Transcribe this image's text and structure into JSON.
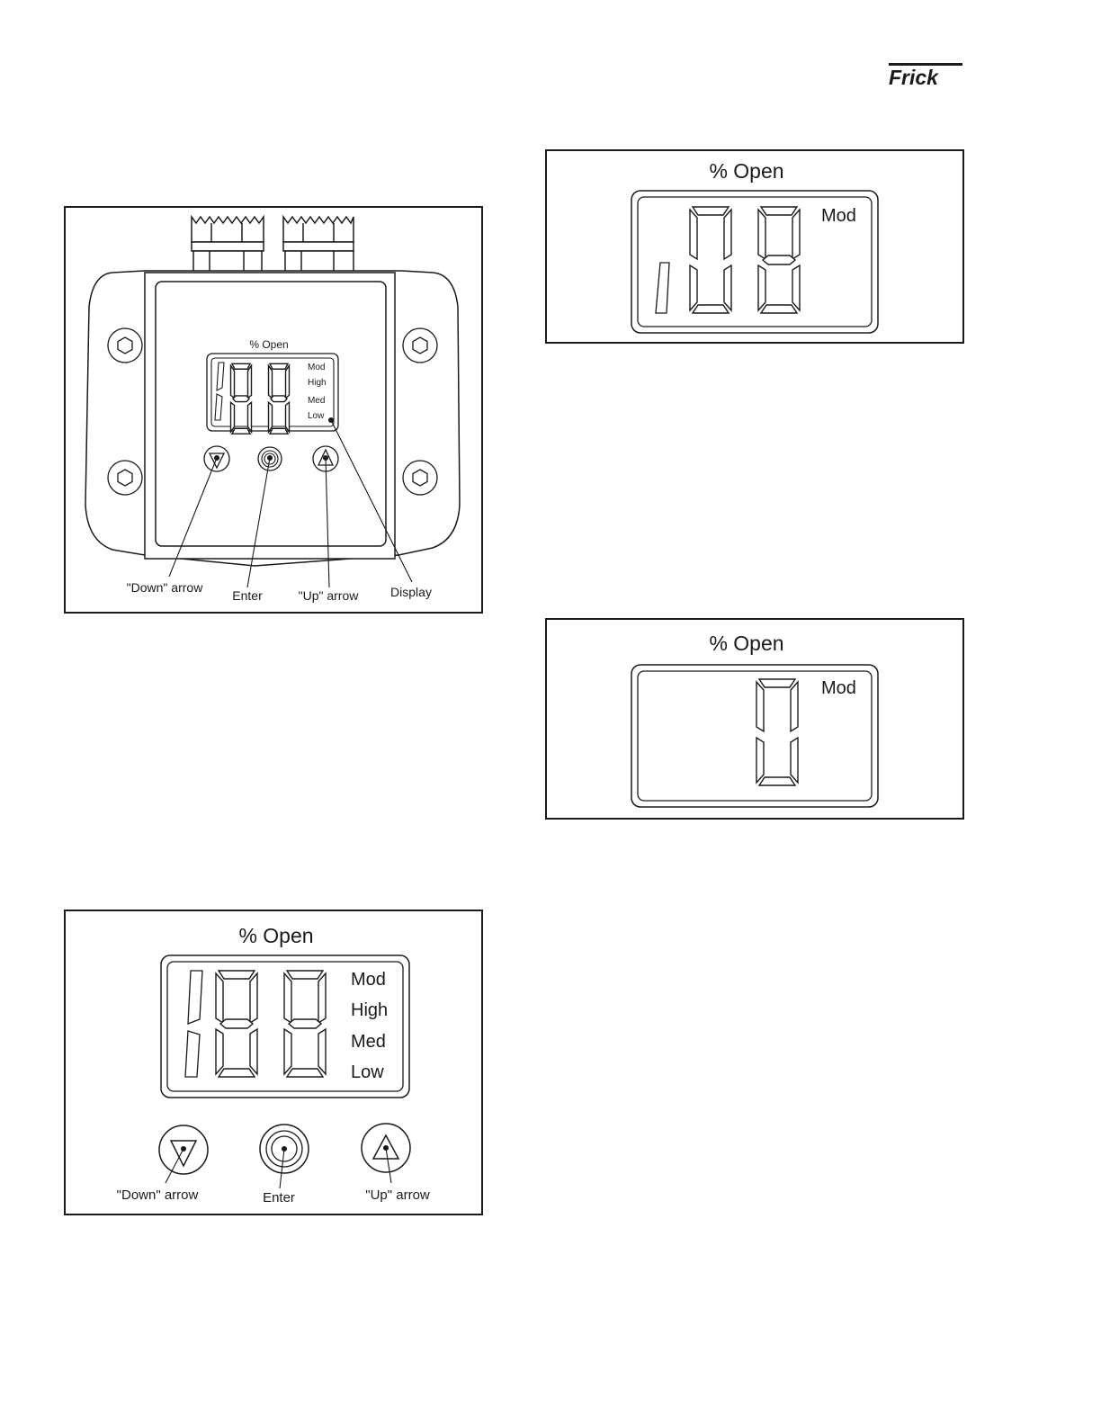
{
  "brand": {
    "logo_text": "Frick"
  },
  "figure_device": {
    "title": "% Open",
    "indicators": [
      "Mod",
      "High",
      "Med",
      "Low"
    ],
    "callouts": {
      "down": "\"Down\" arrow",
      "enter": "Enter",
      "up": "\"Up\" arrow",
      "display": "Display"
    }
  },
  "figure_closeup": {
    "title": "% Open",
    "indicators": [
      "Mod",
      "High",
      "Med",
      "Low"
    ],
    "buttons": {
      "down": "\"Down\" arrow",
      "enter": "Enter",
      "up": "\"Up\" arrow"
    }
  },
  "figure_reading_08": {
    "title": "% Open",
    "mode": "Mod"
  },
  "figure_reading_0": {
    "title": "% Open",
    "mode": "Mod"
  }
}
